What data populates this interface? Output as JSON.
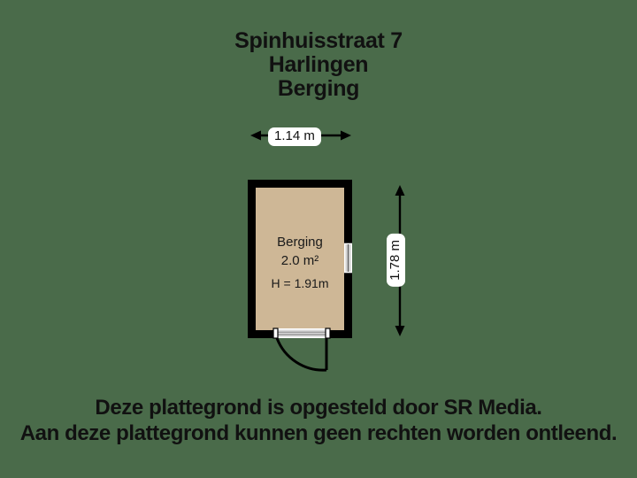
{
  "page": {
    "background_color": "#4a6b4a",
    "wall_color": "#000000",
    "floor_color": "#ceb796",
    "label_background": "#ffffff",
    "text_color": "#111111"
  },
  "title": {
    "address": "Spinhuisstraat 7",
    "city": "Harlingen",
    "floor": "Berging"
  },
  "dimensions": {
    "width": "1.14 m",
    "height": "1.78 m"
  },
  "room": {
    "name": "Berging",
    "area": "2.0 m²",
    "ceiling_height": "H = 1.91m"
  },
  "features": {
    "window": "window-right-wall",
    "door": "door-bottom-wall",
    "door_swing": "swing-arc"
  },
  "footer": {
    "line1": "Deze plattegrond is opgesteld door SR Media.",
    "line2": "Aan deze plattegrond kunnen geen rechten worden ontleend."
  }
}
